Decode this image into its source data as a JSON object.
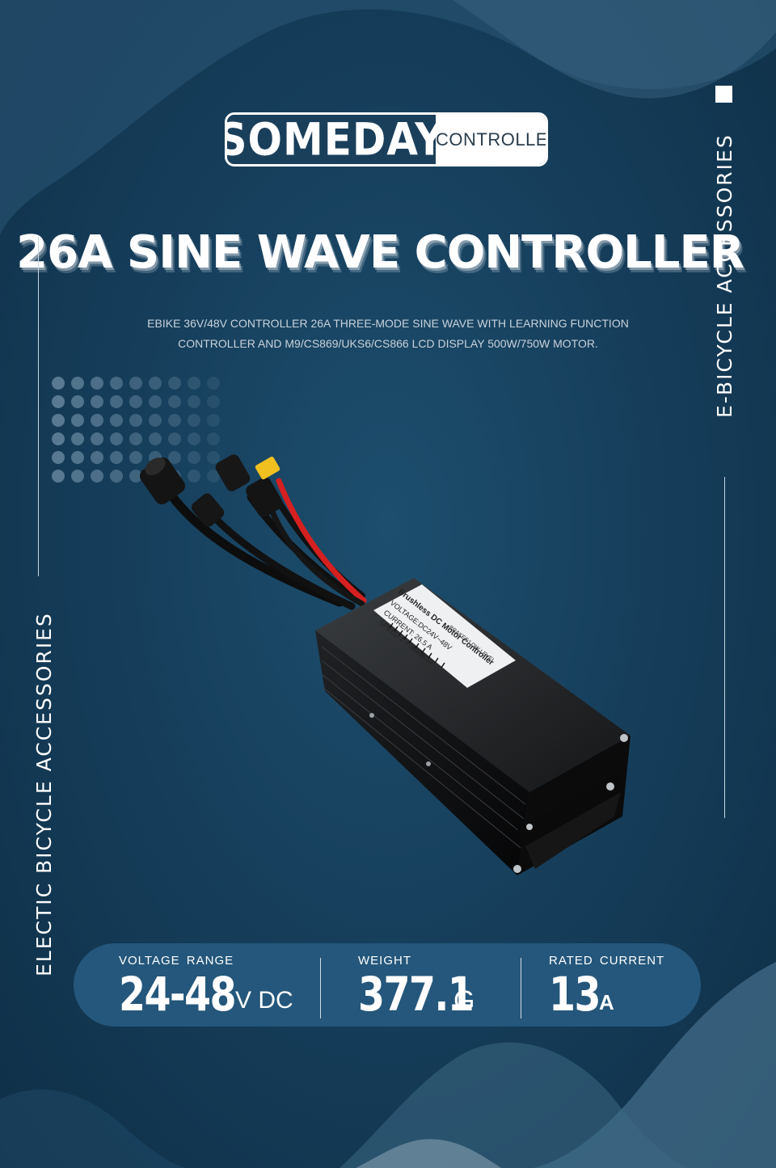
{
  "brand": {
    "logo_word": "SOMEDAY",
    "logo_sub": "CONTROLLER"
  },
  "title": "26A SINE WAVE CONTROLLER",
  "subtitle": [
    "EBIKE 36V/48V CONTROLLER 26A THREE-MODE SINE WAVE WITH LEARNING FUNCTION",
    "CONTROLLER AND M9/CS869/UKS6/CS866 LCD DISPLAY 500W/750W MOTOR."
  ],
  "side_left": "ELECTIC BICYCLE ACCESSORIES",
  "side_right": "E-BICYCLE ACCESSORIES",
  "label_sticker": {
    "heading": "Brushless DC Motor Controller",
    "voltage": "VOLTAGE:DC24V~48V",
    "brakes": "BRAKES:LOW LEVEL",
    "current": "CURRENT: 26.5 A",
    "speed": "SPEED:1.1~4.2V",
    "date": "23/08/12"
  },
  "specs": [
    {
      "label": "VOLTAGE RANGE",
      "value": "24-48",
      "unit": "V DC"
    },
    {
      "label": "WEIGHT",
      "value": "377.1",
      "unit": "G"
    },
    {
      "label": "RATED CURRENT",
      "value": "13",
      "unit": "A"
    }
  ],
  "colors": {
    "background": "#163f5c",
    "spec_bar": "#24577b",
    "wire_red": "#d62020",
    "connector_yellow": "#f0c020"
  }
}
